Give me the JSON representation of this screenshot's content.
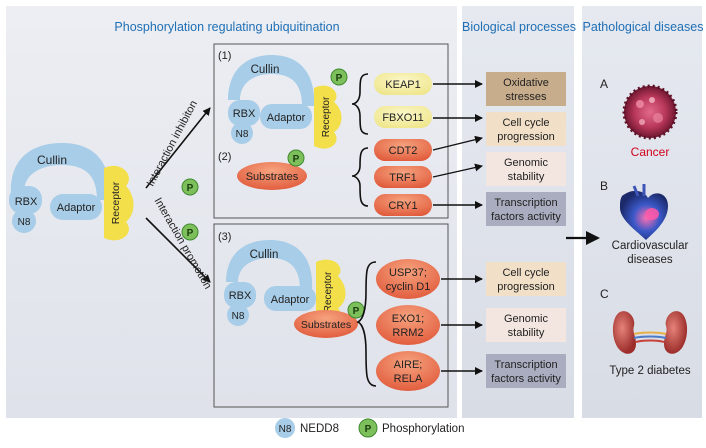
{
  "headers": {
    "phospho": "Phosphorylation regulating ubiquitination",
    "bio": "Biological processes",
    "patho": "Pathological diseases"
  },
  "colors": {
    "header_blue": "#1f6fb5",
    "cullin_blue": "#9cc6e4",
    "receptor_yellow": "#f3df4a",
    "substrate_orange": "#e8724a",
    "phospho_green": "#7dbf5b",
    "cancer_red": "#d0021b"
  },
  "left_complex": {
    "cullin": "Cullin",
    "rbx": "RBX",
    "n8": "N8",
    "adaptor": "Adaptor",
    "receptor": "Receptor"
  },
  "arrows": {
    "inhibition": "Interaction inhibiton",
    "promotion": "Interaction promotion",
    "p": "P"
  },
  "box_top": {
    "label1": "(1)",
    "label2": "(2)",
    "cullin": "Cullin",
    "rbx": "RBX",
    "n8": "N8",
    "adaptor": "Adaptor",
    "receptor": "Receptor",
    "p": "P",
    "substrates": "Substrates",
    "items": [
      "KEAP1",
      "FBXO11",
      "CDT2",
      "TRF1",
      "CRY1"
    ]
  },
  "box_bottom": {
    "label3": "(3)",
    "cullin": "Cullin",
    "rbx": "RBX",
    "n8": "N8",
    "adaptor": "Adaptor",
    "receptor": "Receptor",
    "p": "P",
    "substrates": "Substrates",
    "items": [
      [
        "USP37;",
        "cyclin D1"
      ],
      [
        "EXO1;",
        "RRM2"
      ],
      [
        "AIRE;",
        "RELA"
      ]
    ]
  },
  "bio_top": [
    [
      "Oxidative",
      "stresses"
    ],
    [
      "Cell cycle",
      "progression"
    ],
    [
      "Genomic",
      "stability"
    ],
    [
      "Transcription",
      "factors activity"
    ]
  ],
  "bio_bottom": [
    [
      "Cell cycle",
      "progression"
    ],
    [
      "Genomic",
      "stability"
    ],
    [
      "Transcription",
      "factors activity"
    ]
  ],
  "diseases": [
    {
      "letter": "A",
      "label": [
        "Cancer"
      ]
    },
    {
      "letter": "B",
      "label": [
        "Cardiovascular",
        "diseases"
      ]
    },
    {
      "letter": "C",
      "label": [
        "Type 2 diabetes"
      ]
    }
  ],
  "legend": {
    "n8": "N8",
    "nedd8": "NEDD8",
    "p": "P",
    "phospho": "Phosphorylation"
  }
}
